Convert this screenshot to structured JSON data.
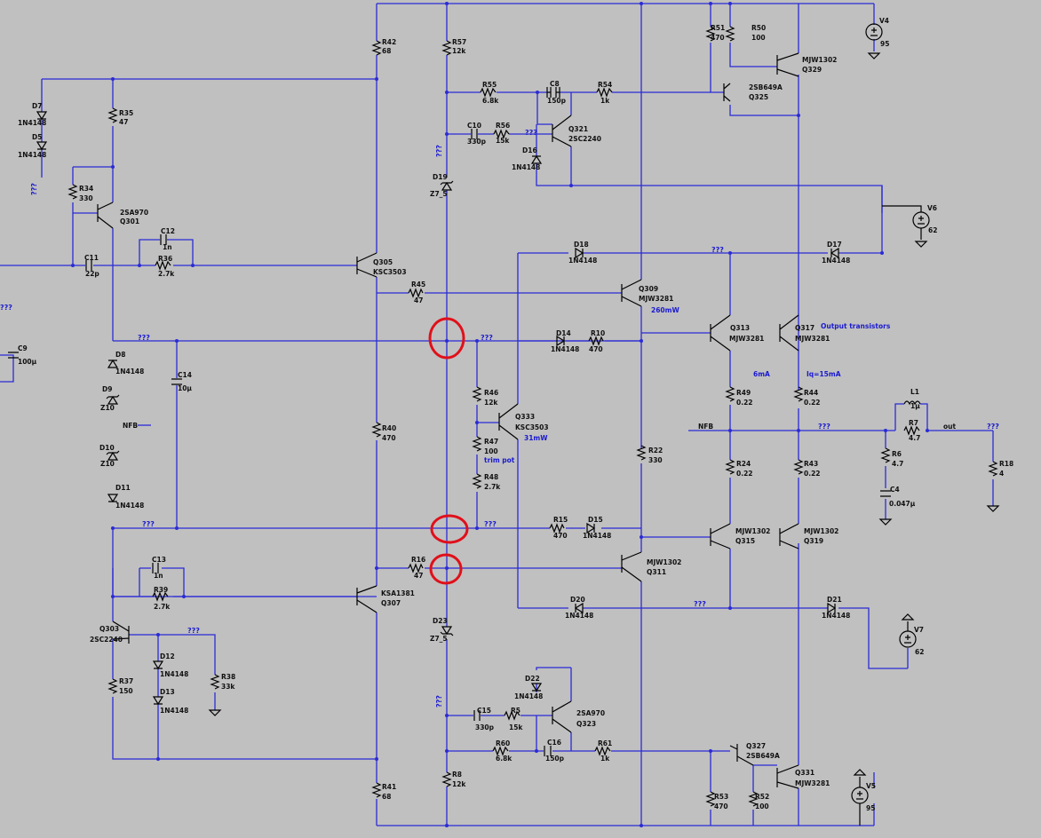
{
  "components": {
    "R42": {
      "name": "R42",
      "value": "68"
    },
    "R57": {
      "name": "R57",
      "value": "12k"
    },
    "R51": {
      "name": "R51",
      "value": "470"
    },
    "R50": {
      "name": "R50",
      "value": "100"
    },
    "V4": {
      "name": "V4",
      "value": "95"
    },
    "Q329": {
      "name": "Q329",
      "part": "MJW1302"
    },
    "R55": {
      "name": "R55",
      "value": "6.8k"
    },
    "C8": {
      "name": "C8",
      "value": "150p"
    },
    "R54": {
      "name": "R54",
      "value": "1k"
    },
    "Q325": {
      "name": "Q325",
      "part": "2SB649A"
    },
    "C10": {
      "name": "C10",
      "value": "330p"
    },
    "R56": {
      "name": "R56",
      "value": "15k"
    },
    "Q321": {
      "name": "Q321",
      "part": "2SC2240"
    },
    "D16": {
      "name": "D16",
      "part": "1N4148"
    },
    "D19": {
      "name": "D19",
      "part": "Z7_5"
    },
    "D7": {
      "name": "D7",
      "part": "1N4148"
    },
    "D5": {
      "name": "D5",
      "part": "1N4148"
    },
    "R35": {
      "name": "R35",
      "value": "47"
    },
    "R34": {
      "name": "R34",
      "value": "330"
    },
    "Q301": {
      "name": "Q301",
      "part": "2SA970"
    },
    "V6": {
      "name": "V6",
      "value": "62"
    },
    "C12": {
      "name": "C12",
      "value": "1n"
    },
    "C11": {
      "name": "C11",
      "value": "22p"
    },
    "R36": {
      "name": "R36",
      "value": "2.7k"
    },
    "Q305": {
      "name": "Q305",
      "part": "KSC3503"
    },
    "D18": {
      "name": "D18",
      "part": "1N4148"
    },
    "D17": {
      "name": "D17",
      "part": "1N4148"
    },
    "R45": {
      "name": "R45",
      "value": "47"
    },
    "Q309": {
      "name": "Q309",
      "part": "MJW3281"
    },
    "C9": {
      "name": "C9",
      "value": "100µ"
    },
    "D14": {
      "name": "D14",
      "part": "1N4148"
    },
    "R10": {
      "name": "R10",
      "value": "470"
    },
    "Q313": {
      "name": "Q313",
      "part": "MJW3281"
    },
    "Q317": {
      "name": "Q317",
      "part": "MJW3281"
    },
    "D8": {
      "name": "D8",
      "part": "1N4148"
    },
    "C14": {
      "name": "C14",
      "value": "10µ"
    },
    "D9": {
      "name": "D9",
      "part": "Z10"
    },
    "R46": {
      "name": "R46",
      "value": "12k"
    },
    "Q333": {
      "name": "Q333",
      "part": "KSC3503"
    },
    "R49": {
      "name": "R49",
      "value": "0.22"
    },
    "R44": {
      "name": "R44",
      "value": "0.22"
    },
    "L1": {
      "name": "L1",
      "value": "1µ"
    },
    "R40": {
      "name": "R40",
      "value": "470"
    },
    "R47": {
      "name": "R47",
      "value": "100"
    },
    "R7": {
      "name": "R7",
      "value": "4.7"
    },
    "D10": {
      "name": "D10",
      "part": "Z10"
    },
    "R22": {
      "name": "R22",
      "value": "330"
    },
    "R6": {
      "name": "R6",
      "value": "4.7"
    },
    "R48": {
      "name": "R48",
      "value": "2.7k"
    },
    "R24": {
      "name": "R24",
      "value": "0.22"
    },
    "R43": {
      "name": "R43",
      "value": "0.22"
    },
    "R18": {
      "name": "R18",
      "value": "4"
    },
    "D11": {
      "name": "D11",
      "part": "1N4148"
    },
    "C4": {
      "name": "C4",
      "value": "0.047µ"
    },
    "R15": {
      "name": "R15",
      "value": "470"
    },
    "D15": {
      "name": "D15",
      "part": "1N4148"
    },
    "Q315": {
      "name": "Q315",
      "part": "MJW1302"
    },
    "Q319": {
      "name": "Q319",
      "part": "MJW1302"
    },
    "C13": {
      "name": "C13",
      "value": "1n"
    },
    "R16": {
      "name": "R16",
      "value": "47"
    },
    "Q311": {
      "name": "Q311",
      "part": "MJW1302"
    },
    "R39": {
      "name": "R39",
      "value": "2.7k"
    },
    "Q307": {
      "name": "Q307",
      "part": "KSA1381"
    },
    "D20": {
      "name": "D20",
      "part": "1N4148"
    },
    "D21": {
      "name": "D21",
      "part": "1N4148"
    },
    "Q303": {
      "name": "Q303",
      "part": "2SC2240"
    },
    "D23": {
      "name": "D23",
      "part": "Z7_5"
    },
    "V7": {
      "name": "V7",
      "value": "62"
    },
    "D12": {
      "name": "D12",
      "part": "1N4148"
    },
    "R38": {
      "name": "R38",
      "value": "33k"
    },
    "R37": {
      "name": "R37",
      "value": "150"
    },
    "D13": {
      "name": "D13",
      "part": "1N4148"
    },
    "D22": {
      "name": "D22",
      "part": "1N4148"
    },
    "C15": {
      "name": "C15",
      "value": "330p"
    },
    "R5": {
      "name": "R5",
      "value": "15k"
    },
    "Q323": {
      "name": "Q323",
      "part": "2SA970"
    },
    "R60": {
      "name": "R60",
      "value": "6.8k"
    },
    "C16": {
      "name": "C16",
      "value": "150p"
    },
    "R61": {
      "name": "R61",
      "value": "1k"
    },
    "Q327": {
      "name": "Q327",
      "part": "2SB649A"
    },
    "R41": {
      "name": "R41",
      "value": "68"
    },
    "R8": {
      "name": "R8",
      "value": "12k"
    },
    "Q331": {
      "name": "Q331",
      "part": "MJW3281"
    },
    "R53": {
      "name": "R53",
      "value": "470"
    },
    "R52": {
      "name": "R52",
      "value": "100"
    },
    "V5": {
      "name": "V5",
      "value": "95"
    }
  },
  "nets": {
    "unknown": "???",
    "nfb": "NFB",
    "out": "out"
  },
  "annotations": {
    "q309_power": "260mW",
    "output_transistors": "Output transistors",
    "bias_6ma": "6mA",
    "iq": "Iq=15mA",
    "trim_pot": "trim pot",
    "q333_power": "31mW"
  },
  "highlights": [
    "marker-top",
    "marker-middle",
    "marker-bottom"
  ],
  "colors": {
    "background": "#c0c0c0",
    "wire": "#2b2bd6",
    "component": "#000000",
    "highlight": "#e0101a"
  }
}
